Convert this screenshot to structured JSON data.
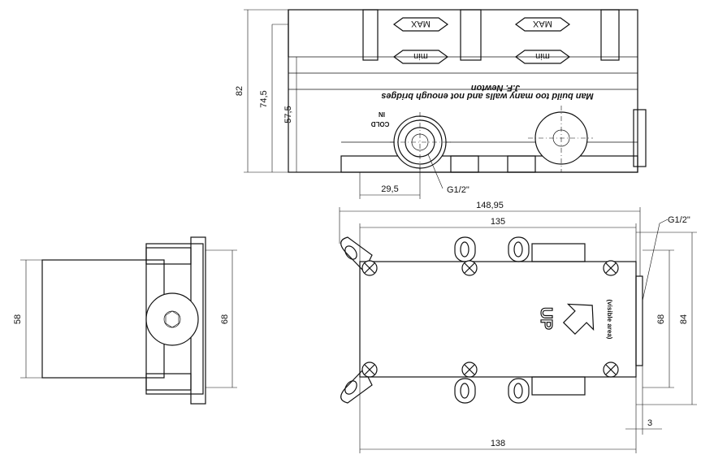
{
  "top_view": {
    "dim_total_height": "82",
    "dim_upper": "74,5",
    "dim_inner": "57,5",
    "dim_offset": "29,5",
    "thread_label": "G1/2\"",
    "max_label": "MAX",
    "min_label": "min",
    "motto": "Man build too many walls and not enough bridges",
    "author": "J.F. Newton",
    "inlet_label_1": "COLD",
    "inlet_label_2": "IN"
  },
  "side_view": {
    "dim_left": "58",
    "dim_right": "68"
  },
  "front_view": {
    "dim_overall": "148,95",
    "dim_inner": "135",
    "dim_bottom": "138",
    "dim_height_inner": "68",
    "dim_height_outer": "84",
    "dim_small": "3",
    "thread_label": "G1/2\"",
    "up_label": "UP",
    "note": "(visible area)"
  }
}
